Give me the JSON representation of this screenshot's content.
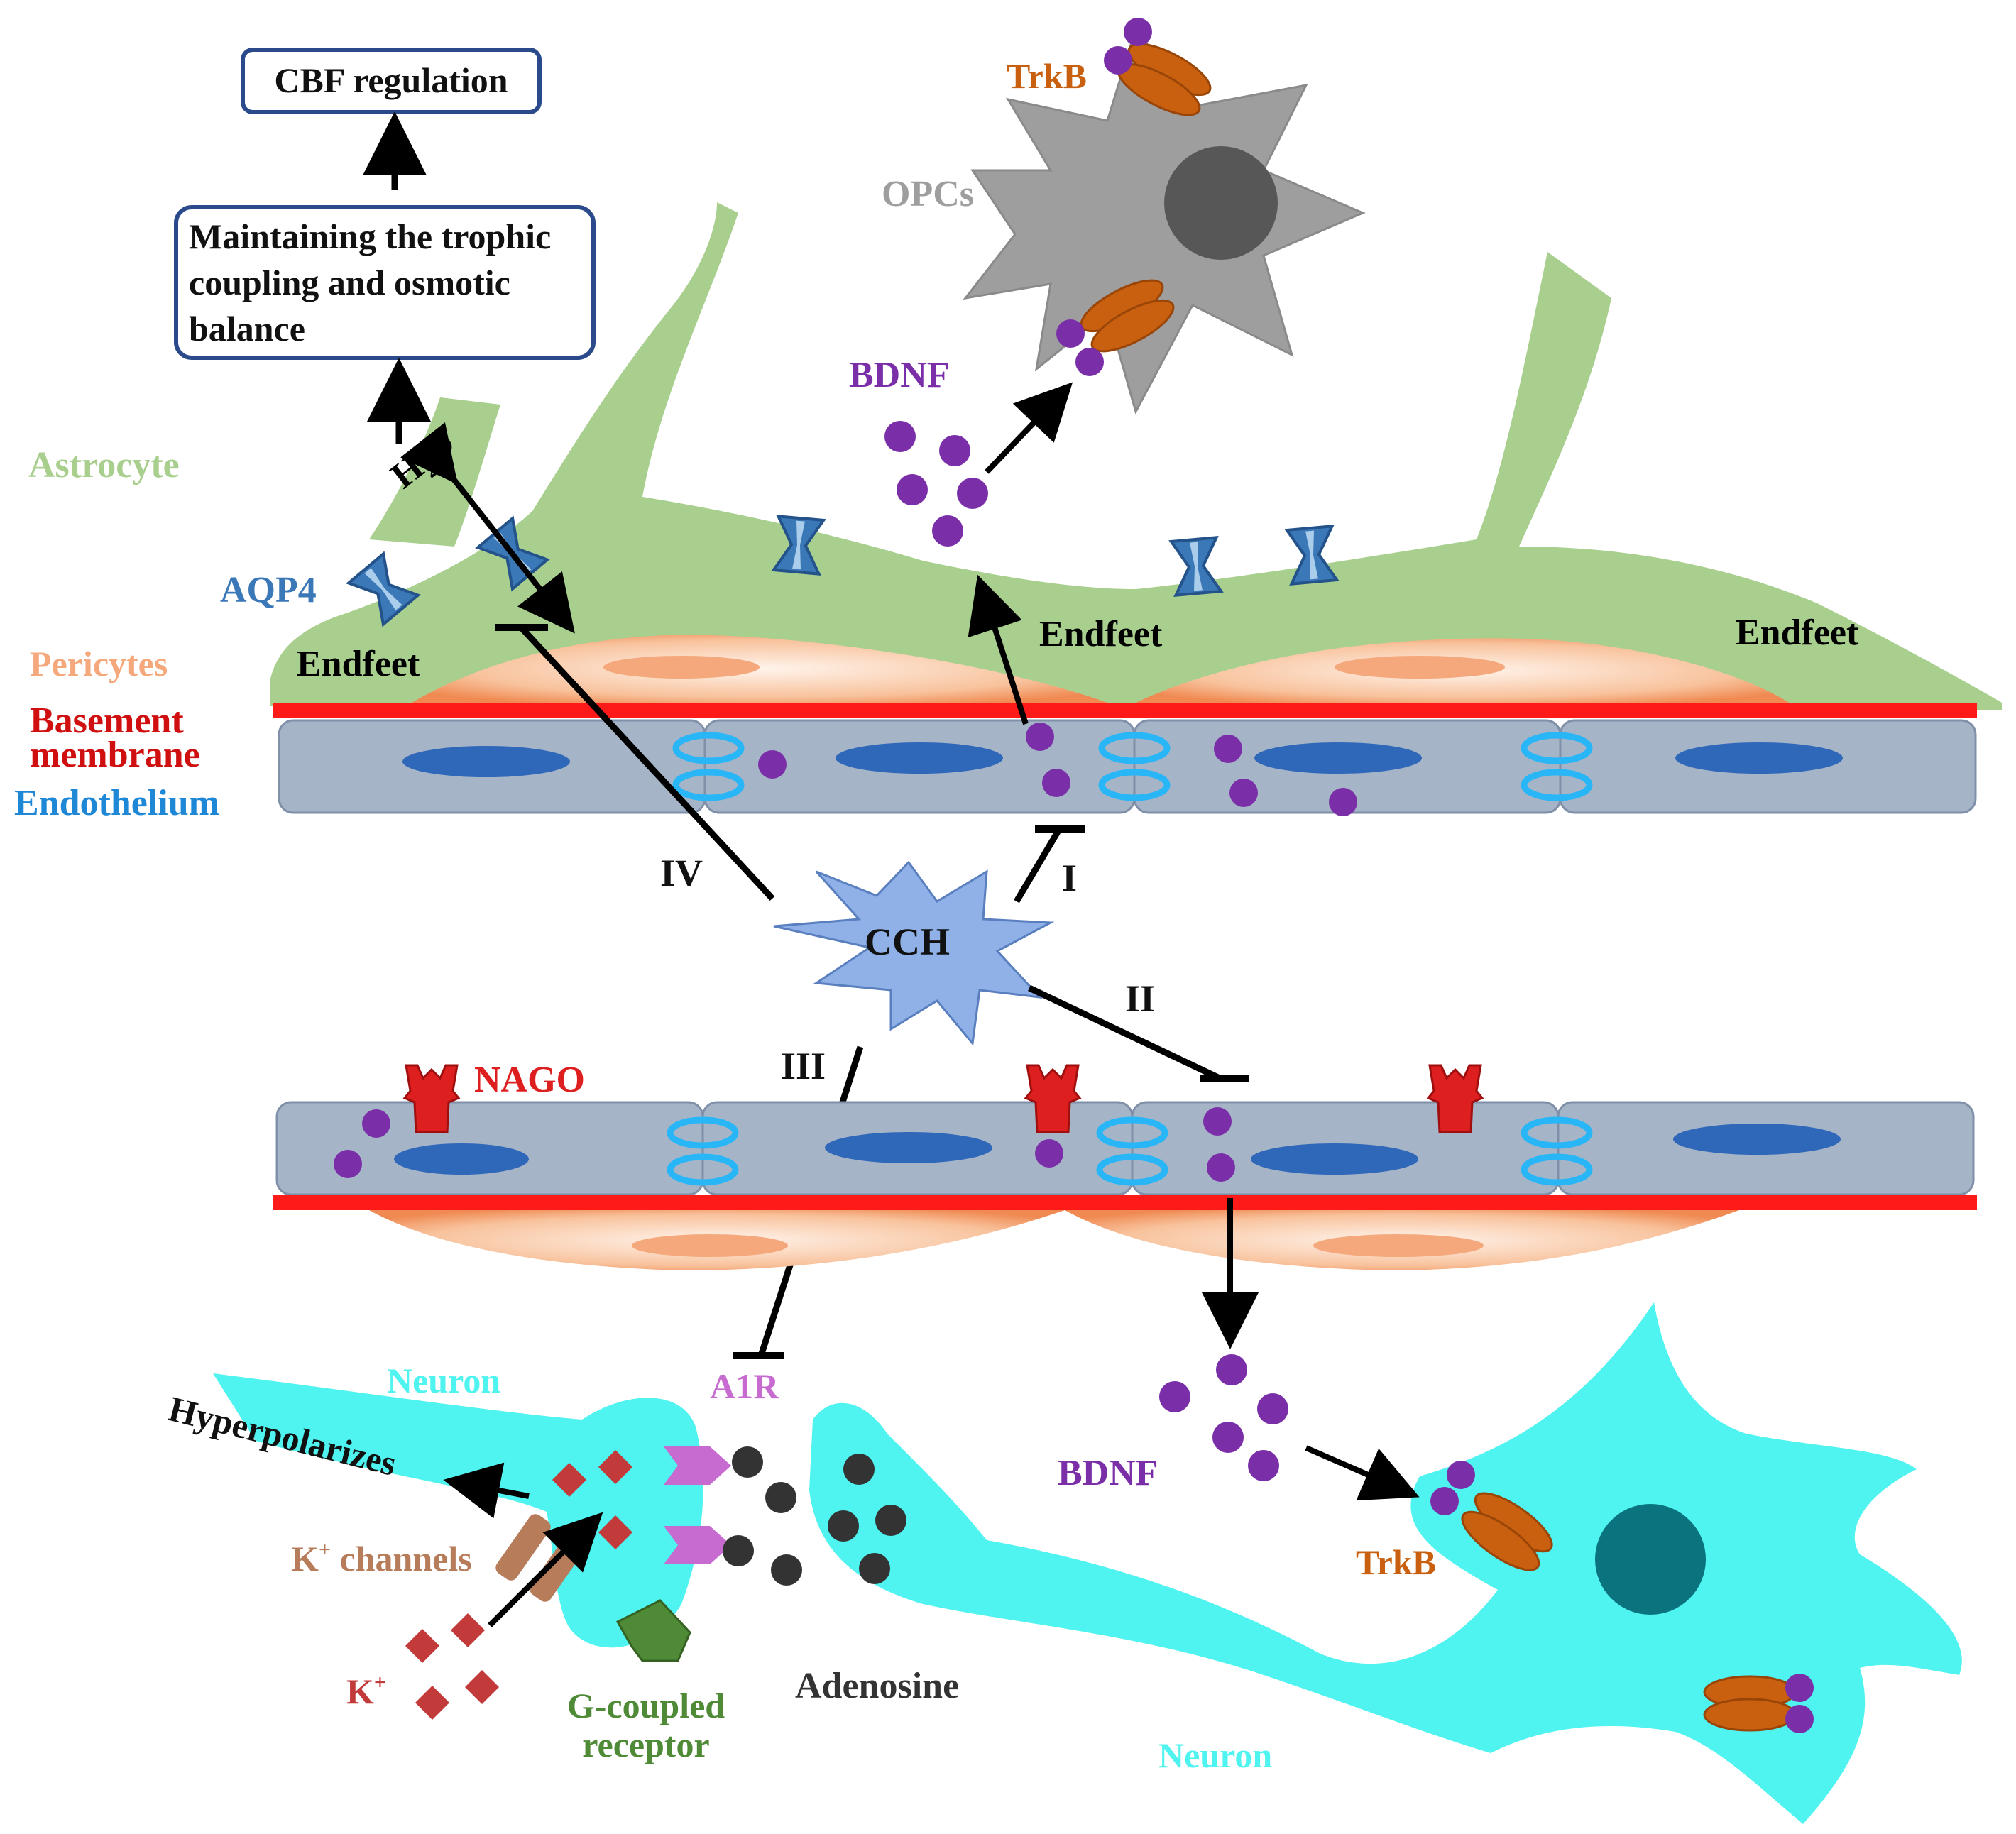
{
  "boxes": {
    "cbf": "CBF regulation",
    "trophic": [
      "Maintaining the trophic",
      "coupling and osmotic",
      "balance"
    ]
  },
  "labels": {
    "astrocyte": "Astrocyte",
    "aqp4": "AQP4",
    "pericytes": "Pericytes",
    "basement": [
      "Basement",
      "membrane"
    ],
    "endothelium": "Endothelium",
    "endfeet_left": "Endfeet",
    "endfeet_mid": "Endfeet",
    "endfeet_right": "Endfeet",
    "h2o_main": "H",
    "h2o_sub": "2",
    "h2o_tail": "O",
    "bdnf_top": "BDNF",
    "trkb_top": "TrkB",
    "opcs": "OPCs",
    "cch": "CCH",
    "path_i": "I",
    "path_ii": "II",
    "path_iii": "III",
    "path_iv": "IV",
    "nago": "NAGO",
    "neuron_left": "Neuron",
    "a1r": "A1R",
    "hyperpolarizes": "Hyperpolarizes",
    "k_channels_main": "K",
    "k_channels_sup": "+",
    "k_channels_tail": " channels",
    "k_ion_main": "K",
    "k_ion_sup": "+",
    "g_coupled": [
      "G-coupled",
      "receptor"
    ],
    "adenosine": "Adenosine",
    "bdnf_bottom": "BDNF",
    "trkb_bottom": "TrkB",
    "neuron_right": "Neuron"
  },
  "colors": {
    "astrocyte": "#a9cf8f",
    "aqp4": "#3b78b7",
    "pericyte": "#f4a87c",
    "basement": "#ff1a1a",
    "endothelium": "#a6b4c8",
    "nucleus": "#2f67b9",
    "junction": "#29b6f6",
    "bdnf": "#7a2fa8",
    "trkb": "#c8600f",
    "opc": "#9e9e9e",
    "cch": "#8fb1e8",
    "neuron": "#4ff3ef",
    "nago": "#dd1f1f",
    "a1r": "#c76bd0",
    "k_ion": "#c23a3a",
    "k_channel": "#b77d5a",
    "g_receptor": "#4f8a37",
    "adenosine": "#333333",
    "box_border": "#2b4a8b"
  },
  "icons": {
    "bdnf_molecule": "purple-dot",
    "adenosine_molecule": "dark-dot",
    "aqp4_channel": "hourglass-channel-icon",
    "nago_receptor": "red-receptor-icon",
    "trkb_receptor": "orange-paired-receptor-icon"
  }
}
